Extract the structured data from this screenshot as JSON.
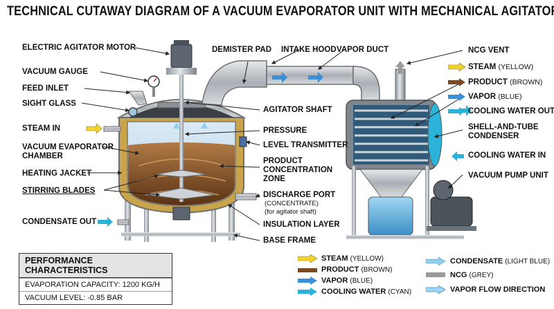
{
  "title": "TECHNICAL CUTAWAY DIAGRAM OF A VACUUM EVAPORATOR UNIT WITH MECHANICAL AGITATOR",
  "labels": {
    "motor": "ELECTRIC AGITATOR MOTOR",
    "vacuum_gauge": "VACUUM GAUGE",
    "feed_inlet": "FEED INLET",
    "sight_glass": "SIGHT GLASS",
    "steam_in": "STEAM IN",
    "chamber_1": "VACUUM EVAPORATOR",
    "chamber_2": "CHAMBER",
    "heating_jacket": "HEATING JACKET",
    "stirring_blades": "STIRRING BLADES",
    "condensate_out": "CONDENSATE OUT",
    "demister_pad": "DEMISTER PAD",
    "intake_hood": "INTAKE HOOD",
    "vapor_duct": "VAPOR DUCT",
    "agitator_shaft": "AGITATOR SHAFT",
    "pressure": "PRESSURE",
    "level_transmitter": "LEVEL TRANSMITTER",
    "product_conc_1": "PRODUCT",
    "product_conc_2": "CONCENTRATION",
    "product_conc_3": "ZONE",
    "discharge_port": "DISCHARGE PORT",
    "concentrate": "(CONCENTRATE)",
    "for_agitator_shaft": "(for agitator shaft)",
    "insulation_layer": "INSULATION LAYER",
    "base_frame": "BASE FRAME",
    "ncg_vent": "NCG VENT",
    "steam_key": "STEAM",
    "steam_key_sub": "(YELLOW)",
    "product_key": "PRODUCT",
    "product_key_sub": "(BROWN)",
    "vapor_key": "VAPOR",
    "vapor_key_sub": "(BLUE)",
    "cooling_water_out": "COOLING WATER OUT",
    "shell_tube_1": "SHELL-AND-TUBE",
    "shell_tube_2": "CONDENSER",
    "cooling_water_in": "COOLING WATER IN",
    "vacuum_pump_unit": "VACUUM PUMP UNIT"
  },
  "performance": {
    "header": "PERFORMANCE CHARACTERISTICS",
    "evaporation_capacity": "EVAPORATION CAPACITY: 1200 KG/H",
    "vacuum_level": "VACUUM LEVEL: -0.85 BAR"
  },
  "legend": {
    "steam": "STEAM",
    "steam_sub": "(YELLOW)",
    "product": "PRODUCT",
    "product_sub": "(BROWN)",
    "vapor": "VAPOR",
    "vapor_sub": "(BLUE)",
    "cooling": "COOLING WATER",
    "cooling_sub": "(CYAN)",
    "condensate": "CONDENSATE",
    "condensate_sub": "(LIGHT BLUE)",
    "ncg": "NCG",
    "ncg_sub": "(GREY)",
    "vapor_flow": "VAPOR FLOW DIRECTION"
  },
  "colors": {
    "steam": "#f2d22e",
    "product": "#7a4a22",
    "vapor": "#3a8fd6",
    "cooling": "#2bb3d9",
    "condensate": "#8fd0ee",
    "ncg": "#9a9a9a",
    "steel": "#b9bec4"
  }
}
